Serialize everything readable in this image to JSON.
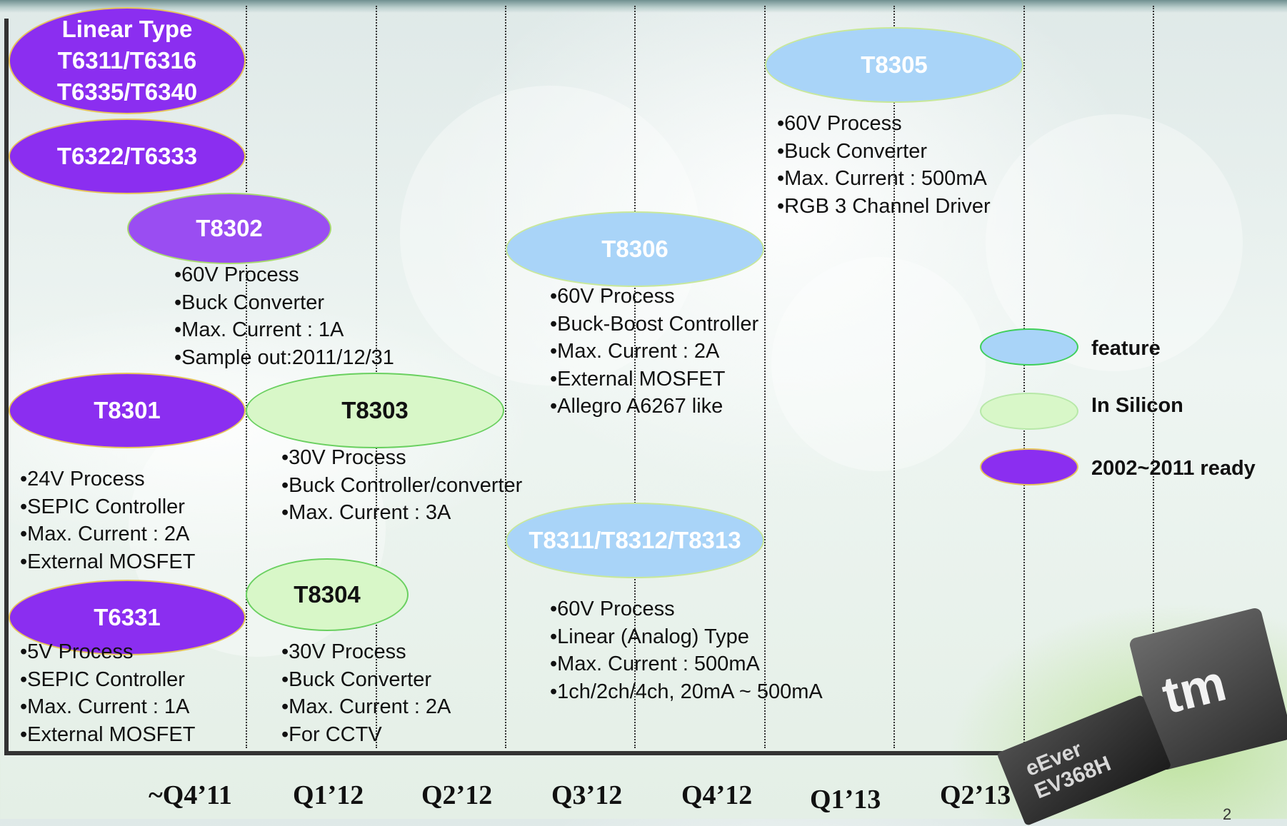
{
  "products": {
    "linear_type": [
      "Linear Type",
      "T6311/T6316",
      "T6335/T6340"
    ],
    "t6322": "T6322/T6333",
    "t8302": "T8302",
    "t8301": "T8301",
    "t8303": "T8303",
    "t8304": "T8304",
    "t6331": "T6331",
    "t8306": "T8306",
    "t8311": "T8311/T8312/T8313",
    "t8305": "T8305"
  },
  "features": {
    "t8302": [
      "60V Process",
      "Buck Converter",
      "Max. Current : 1A",
      "Sample out:2011/12/31"
    ],
    "t8301": [
      "24V Process",
      "SEPIC Controller",
      "Max. Current : 2A",
      "External MOSFET"
    ],
    "t6331": [
      "5V Process",
      "SEPIC Controller",
      "Max. Current : 1A",
      "External MOSFET"
    ],
    "t8303": [
      "30V Process",
      "Buck Controller/converter",
      "Max. Current : 3A"
    ],
    "t8304": [
      "30V Process",
      "Buck Converter",
      "Max. Current : 2A",
      "For CCTV"
    ],
    "t8306": [
      "60V Process",
      "Buck-Boost Controller",
      "Max. Current : 2A",
      "External MOSFET",
      "Allegro A6267 like"
    ],
    "t8311": [
      "60V Process",
      "Linear (Analog) Type",
      "Max. Current : 500mA",
      "1ch/2ch/4ch, 20mA ~ 500mA"
    ],
    "t8305": [
      "60V Process",
      "Buck Converter",
      "Max. Current : 500mA",
      "RGB 3 Channel Driver"
    ]
  },
  "legend": {
    "feature": "feature",
    "in_silicon": "In Silicon",
    "ready": "2002~2011 ready"
  },
  "quarters": [
    "~Q4’11",
    "Q1’12",
    "Q2’12",
    "Q3’12",
    "Q4’12",
    "Q1’13",
    "Q2’13"
  ],
  "colors": {
    "ready": "#8b2ef0",
    "in_silicon": "#d8f7c8",
    "feature": "#a9d4f8"
  },
  "decor": {
    "chip_text": [
      "eEver",
      "EV368H"
    ],
    "tm_text": "tm",
    "page_number": "2"
  }
}
